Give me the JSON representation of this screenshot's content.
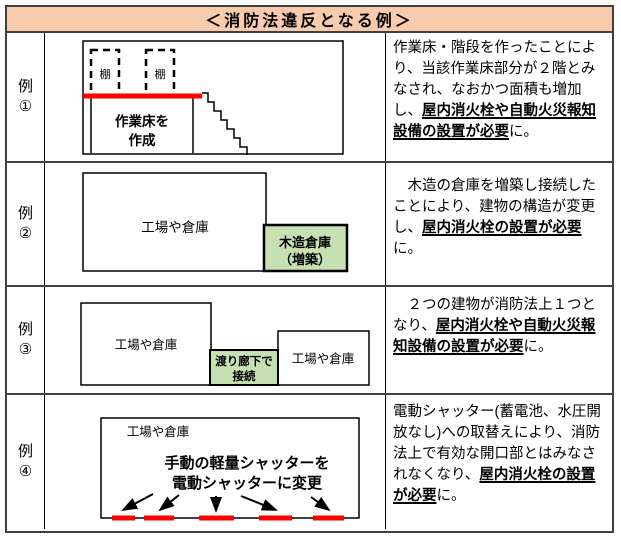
{
  "colors": {
    "header-bg": "#F8CBAD",
    "green-bg": "#C6E0B4",
    "red": "#FF0000",
    "border-dark": "#404040"
  },
  "header": {
    "title": "＜消防法違反となる例＞"
  },
  "rows": [
    {
      "label": "例",
      "num": "①",
      "diagram": {
        "shelf_left": "棚",
        "shelf_right": "棚",
        "caption_line1": "作業床を",
        "caption_line2": "作成"
      },
      "text": {
        "prefix": "作業床・階段を作ったことにより、当該作業床部分が２階とみなされ、なおかつ面積も増加し、",
        "emphasis": "屋内消火栓や自動火災報知設備の設置が必要",
        "suffix": "に。"
      }
    },
    {
      "label": "例",
      "num": "②",
      "diagram": {
        "building": "工場や倉庫",
        "annex_line1": "木造倉庫",
        "annex_line2": "（増築）"
      },
      "text": {
        "prefix": "　木造の倉庫を増築し接続したことにより、建物の構造が変更し、",
        "emphasis": "屋内消火栓の設置が必要",
        "suffix": "に。"
      }
    },
    {
      "label": "例",
      "num": "③",
      "diagram": {
        "building_left": "工場や倉庫",
        "corridor_line1": "渡り廊下で",
        "corridor_line2": "接続",
        "building_right": "工場や倉庫"
      },
      "text": {
        "prefix": "　２つの建物が消防法上１つとなり、",
        "emphasis": "屋内消火栓や自動火災報知設備の設置が必要",
        "suffix": "に。"
      }
    },
    {
      "label": "例",
      "num": "④",
      "diagram": {
        "building": "工場や倉庫",
        "caption_line1": "手動の軽量シャッターを",
        "caption_line2": "電動シャッターに変更"
      },
      "text": {
        "prefix": "電動シャッター(蓄電池、水圧開放なし)への取替えにより、消防法上で有効な開口部とはみなされなくなり、",
        "emphasis": "屋内消火栓の設置が必要",
        "suffix": "に。"
      }
    }
  ]
}
